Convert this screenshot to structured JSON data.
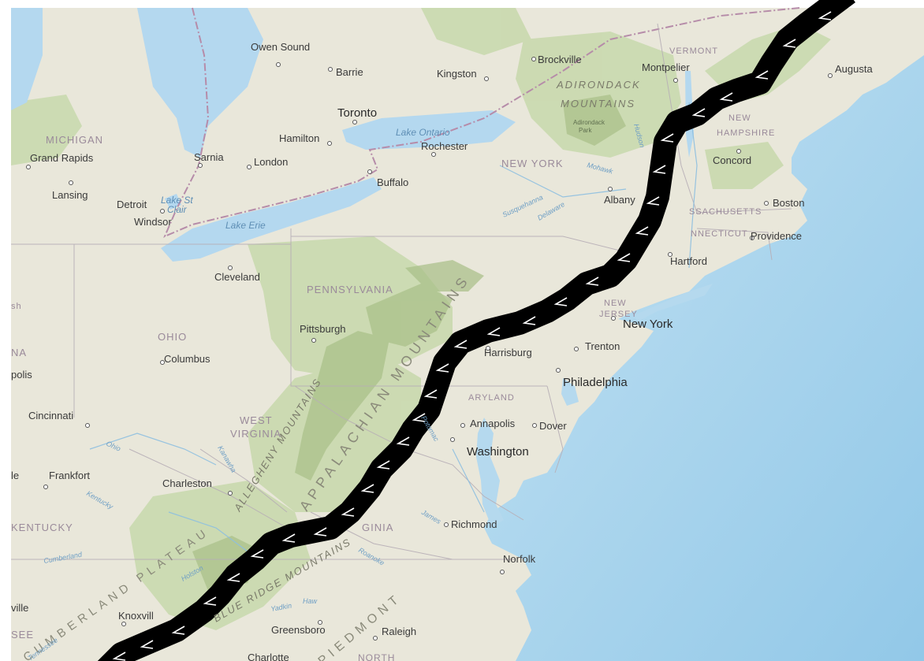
{
  "map": {
    "cities": [
      {
        "id": "owen-sound",
        "label": "Owen Sound"
      },
      {
        "id": "barrie",
        "label": "Barrie"
      },
      {
        "id": "kingston",
        "label": "Kingston"
      },
      {
        "id": "brockville",
        "label": "Brockville"
      },
      {
        "id": "montpelier",
        "label": "Montpelier"
      },
      {
        "id": "augusta",
        "label": "Augusta"
      },
      {
        "id": "toronto",
        "label": "Toronto"
      },
      {
        "id": "hamilton",
        "label": "Hamilton"
      },
      {
        "id": "rochester",
        "label": "Rochester"
      },
      {
        "id": "grand-rapids",
        "label": "Grand Rapids"
      },
      {
        "id": "sarnia",
        "label": "Sarnia"
      },
      {
        "id": "london",
        "label": "London"
      },
      {
        "id": "buffalo",
        "label": "Buffalo"
      },
      {
        "id": "concord",
        "label": "Concord"
      },
      {
        "id": "lansing",
        "label": "Lansing"
      },
      {
        "id": "detroit",
        "label": "Detroit"
      },
      {
        "id": "windsor",
        "label": "Windsor"
      },
      {
        "id": "albany",
        "label": "Albany"
      },
      {
        "id": "boston",
        "label": "Boston"
      },
      {
        "id": "providence",
        "label": "Providence"
      },
      {
        "id": "hartford",
        "label": "Hartford"
      },
      {
        "id": "cleveland",
        "label": "Cleveland"
      },
      {
        "id": "new-york",
        "label": "New York"
      },
      {
        "id": "pittsburgh",
        "label": "Pittsburgh"
      },
      {
        "id": "trenton",
        "label": "Trenton"
      },
      {
        "id": "harrisburg",
        "label": "Harrisburg"
      },
      {
        "id": "columbus",
        "label": "Columbus"
      },
      {
        "id": "polis",
        "label": "polis"
      },
      {
        "id": "philadelphia",
        "label": "Philadelphia"
      },
      {
        "id": "cincinnati",
        "label": "Cincinnati"
      },
      {
        "id": "annapolis",
        "label": "Annapolis"
      },
      {
        "id": "dover",
        "label": "Dover"
      },
      {
        "id": "washington",
        "label": "Washington"
      },
      {
        "id": "le",
        "label": "le"
      },
      {
        "id": "frankfort",
        "label": "Frankfort"
      },
      {
        "id": "charleston",
        "label": "Charleston"
      },
      {
        "id": "richmond",
        "label": "Richmond"
      },
      {
        "id": "norfolk",
        "label": "Norfolk"
      },
      {
        "id": "ville",
        "label": "ville"
      },
      {
        "id": "knoxville",
        "label": "Knoxvill"
      },
      {
        "id": "greensboro",
        "label": "Greensboro"
      },
      {
        "id": "raleigh",
        "label": "Raleigh"
      },
      {
        "id": "charlotte",
        "label": "Charlotte"
      }
    ],
    "states": [
      {
        "id": "vermont",
        "label": "VERMONT"
      },
      {
        "id": "michigan",
        "label": "MICHIGAN"
      },
      {
        "id": "new-york",
        "label": "NEW YORK"
      },
      {
        "id": "new-hampshire",
        "label": "NEW\nHAMPSHIRE"
      },
      {
        "id": "massachusetts",
        "label": "SSACHUSETTS"
      },
      {
        "id": "connecticut",
        "label": "NNECTICUT"
      },
      {
        "id": "pennsylvania",
        "label": "PENNSYLVANIA"
      },
      {
        "id": "new-jersey",
        "label": "NEW\nJERSEY"
      },
      {
        "id": "ohio",
        "label": "OHIO"
      },
      {
        "id": "na",
        "label": "NA"
      },
      {
        "id": "maryland",
        "label": "ARYLAND"
      },
      {
        "id": "west-virginia",
        "label": "WEST\nVIRGINIA"
      },
      {
        "id": "kentucky",
        "label": "KENTUCKY"
      },
      {
        "id": "virginia",
        "label": "GINIA"
      },
      {
        "id": "see",
        "label": "SEE"
      },
      {
        "id": "north",
        "label": "NORTH"
      },
      {
        "id": "sh",
        "label": "sh"
      }
    ],
    "regions": [
      {
        "id": "adirondack",
        "label": "ADIRONDACK"
      },
      {
        "id": "mountains-adk",
        "label": "MOUNTAINS"
      },
      {
        "id": "adirondack-park",
        "label": "Adirondack\nPark"
      }
    ],
    "water": [
      {
        "id": "lake-ontario",
        "label": "Lake Ontario"
      },
      {
        "id": "lake-st-clair",
        "label": "Lake St\nClair"
      },
      {
        "id": "lake-erie",
        "label": "Lake Erie"
      }
    ],
    "rivers": [
      {
        "id": "hudson",
        "label": "Hudson"
      },
      {
        "id": "mohawk",
        "label": "Mohawk"
      },
      {
        "id": "susquehanna",
        "label": "Susquehanna"
      },
      {
        "id": "delaware",
        "label": "Delaware"
      },
      {
        "id": "ohio-river",
        "label": "Ohio"
      },
      {
        "id": "kanawha",
        "label": "Kanawha"
      },
      {
        "id": "kentucky-river",
        "label": "Kentucky"
      },
      {
        "id": "cumberland",
        "label": "Cumberland"
      },
      {
        "id": "james",
        "label": "James"
      },
      {
        "id": "roanoke",
        "label": "Roanoke"
      },
      {
        "id": "holston",
        "label": "Holston"
      },
      {
        "id": "yadkin",
        "label": "Yadkin"
      },
      {
        "id": "haw",
        "label": "Haw"
      },
      {
        "id": "tennessee",
        "label": "Tennessee"
      },
      {
        "id": "potomac",
        "label": "Potomac"
      }
    ],
    "ranges": [
      {
        "id": "appalachian",
        "label": "APPALACHIAN MOUNTAINS"
      },
      {
        "id": "allegheny",
        "label": "ALLEGHENY MOUNTAINS"
      },
      {
        "id": "cumberland-plateau",
        "label": "CUMBERLAND PLATEAU"
      },
      {
        "id": "blue-ridge",
        "label": "BLUE RIDGE MOUNTAINS"
      },
      {
        "id": "piedmont",
        "label": "PIEDMONT"
      }
    ],
    "colors": {
      "ocean": "#a9d3ec",
      "ocean_deep": "#8cc3e6",
      "land": "#eae8dc",
      "forest": "#c8d8ad",
      "forest_dark": "#a9c08a",
      "lake": "#b4d8ef",
      "route": "#000000",
      "route_accent": "#ffffff",
      "border_intl": "#b388a6",
      "border_state": "#b9b0b8"
    }
  }
}
